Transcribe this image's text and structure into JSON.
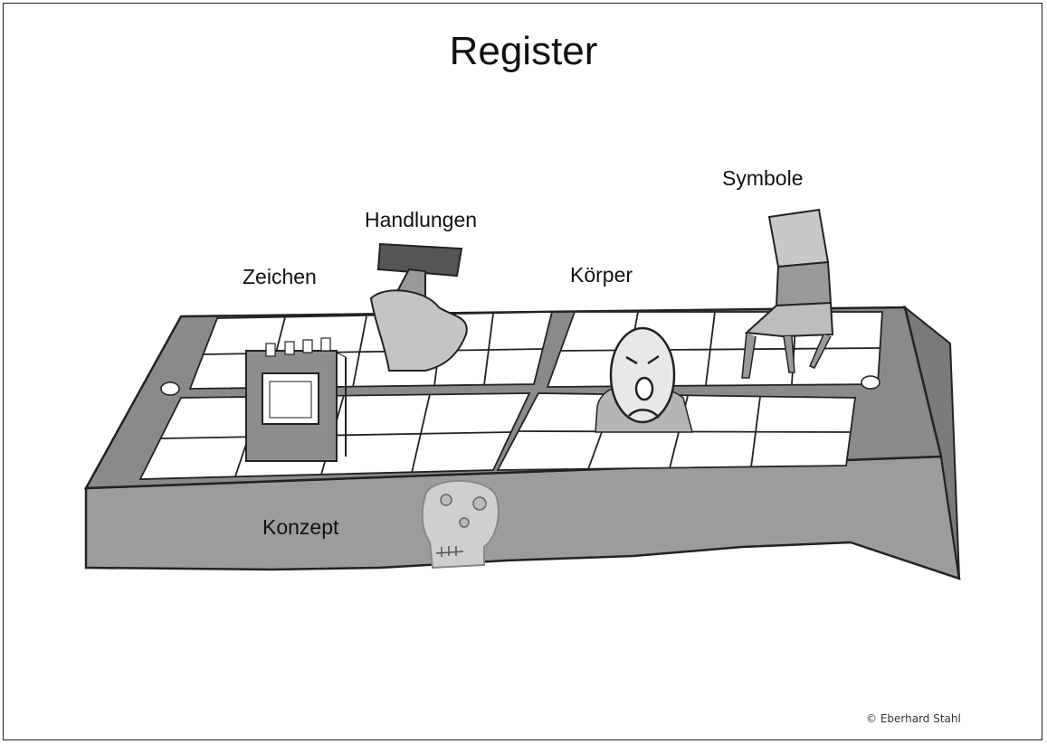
{
  "title": "Register",
  "labels": {
    "zeichen": "Zeichen",
    "handlungen": "Handlungen",
    "koerper": "Körper",
    "symbole": "Symbole",
    "konzept": "Konzept"
  },
  "copyright": "© Eberhard Stahl",
  "colors": {
    "tray": "#8a8a8a",
    "tray_side": "#9c9c9c",
    "cell": "#ffffff",
    "object": "#b8b8b8"
  }
}
